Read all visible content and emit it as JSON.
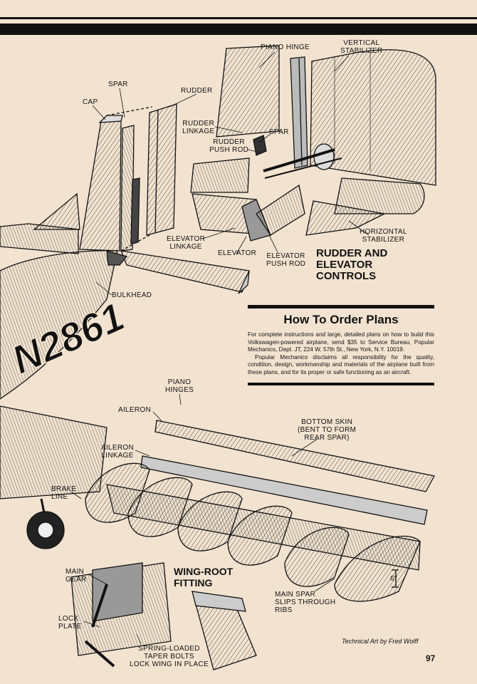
{
  "labels": {
    "piano_hinge": "PIANO HINGE",
    "vertical_stabilizer": "VERTICAL\nSTABILIZER",
    "spar_top": "SPAR",
    "rudder": "RUDDER",
    "cap": "CAP",
    "rudder_linkage": "RUDDER\nLINKAGE",
    "spar_mid": "SPAR",
    "rudder_push_rod": "RUDDER\nPUSH ROD",
    "horizontal_stabilizer": "HORIZONTAL\nSTABILIZER",
    "elevator_linkage": "ELEVATOR\nLINKAGE",
    "elevator": "ELEVATOR",
    "elevator_push_rod": "ELEVATOR\nPUSH ROD",
    "bulkhead": "BULKHEAD",
    "piano_hinges": "PIANO\nHINGES",
    "aileron": "AILERON",
    "bottom_skin": "BOTTOM SKIN\n(BENT TO FORM\nREAR SPAR)",
    "aileron_linkage": "AILERON\nLINKAGE",
    "brake_line": "BRAKE\nLINE",
    "main_gear": "MAIN\nGEAR",
    "lock_plate": "LOCK\nPLATE",
    "spring_loaded": "SPRING-LOADED\nTAPER BOLTS\nLOCK WING IN PLACE",
    "main_spar": "MAIN SPAR\nSLIPS THROUGH\nRIBS",
    "six_inch": "6\""
  },
  "headings": {
    "rudder_controls": "RUDDER AND\nELEVATOR\nCONTROLS",
    "wing_root": "WING-ROOT\nFITTING"
  },
  "fuselage_registration": "N2861",
  "order": {
    "title": "How To Order Plans",
    "paragraph1": "For complete instructions and large, detailed plans on how to build this Volkswagen-powered airplane, send $35 to Service Bureau, Popular Mechanics, Dept. JT, 224 W. 57th St., New York, N.Y. 10019.",
    "paragraph2": "Popular Mechanics disclaims all responsibility for the quality, condition, design, workmanship and materials of the airplane built from these plans, and for its proper or safe functioning as an aircraft."
  },
  "credit": "Technical Art by Fred Wolff",
  "page_number": "97"
}
